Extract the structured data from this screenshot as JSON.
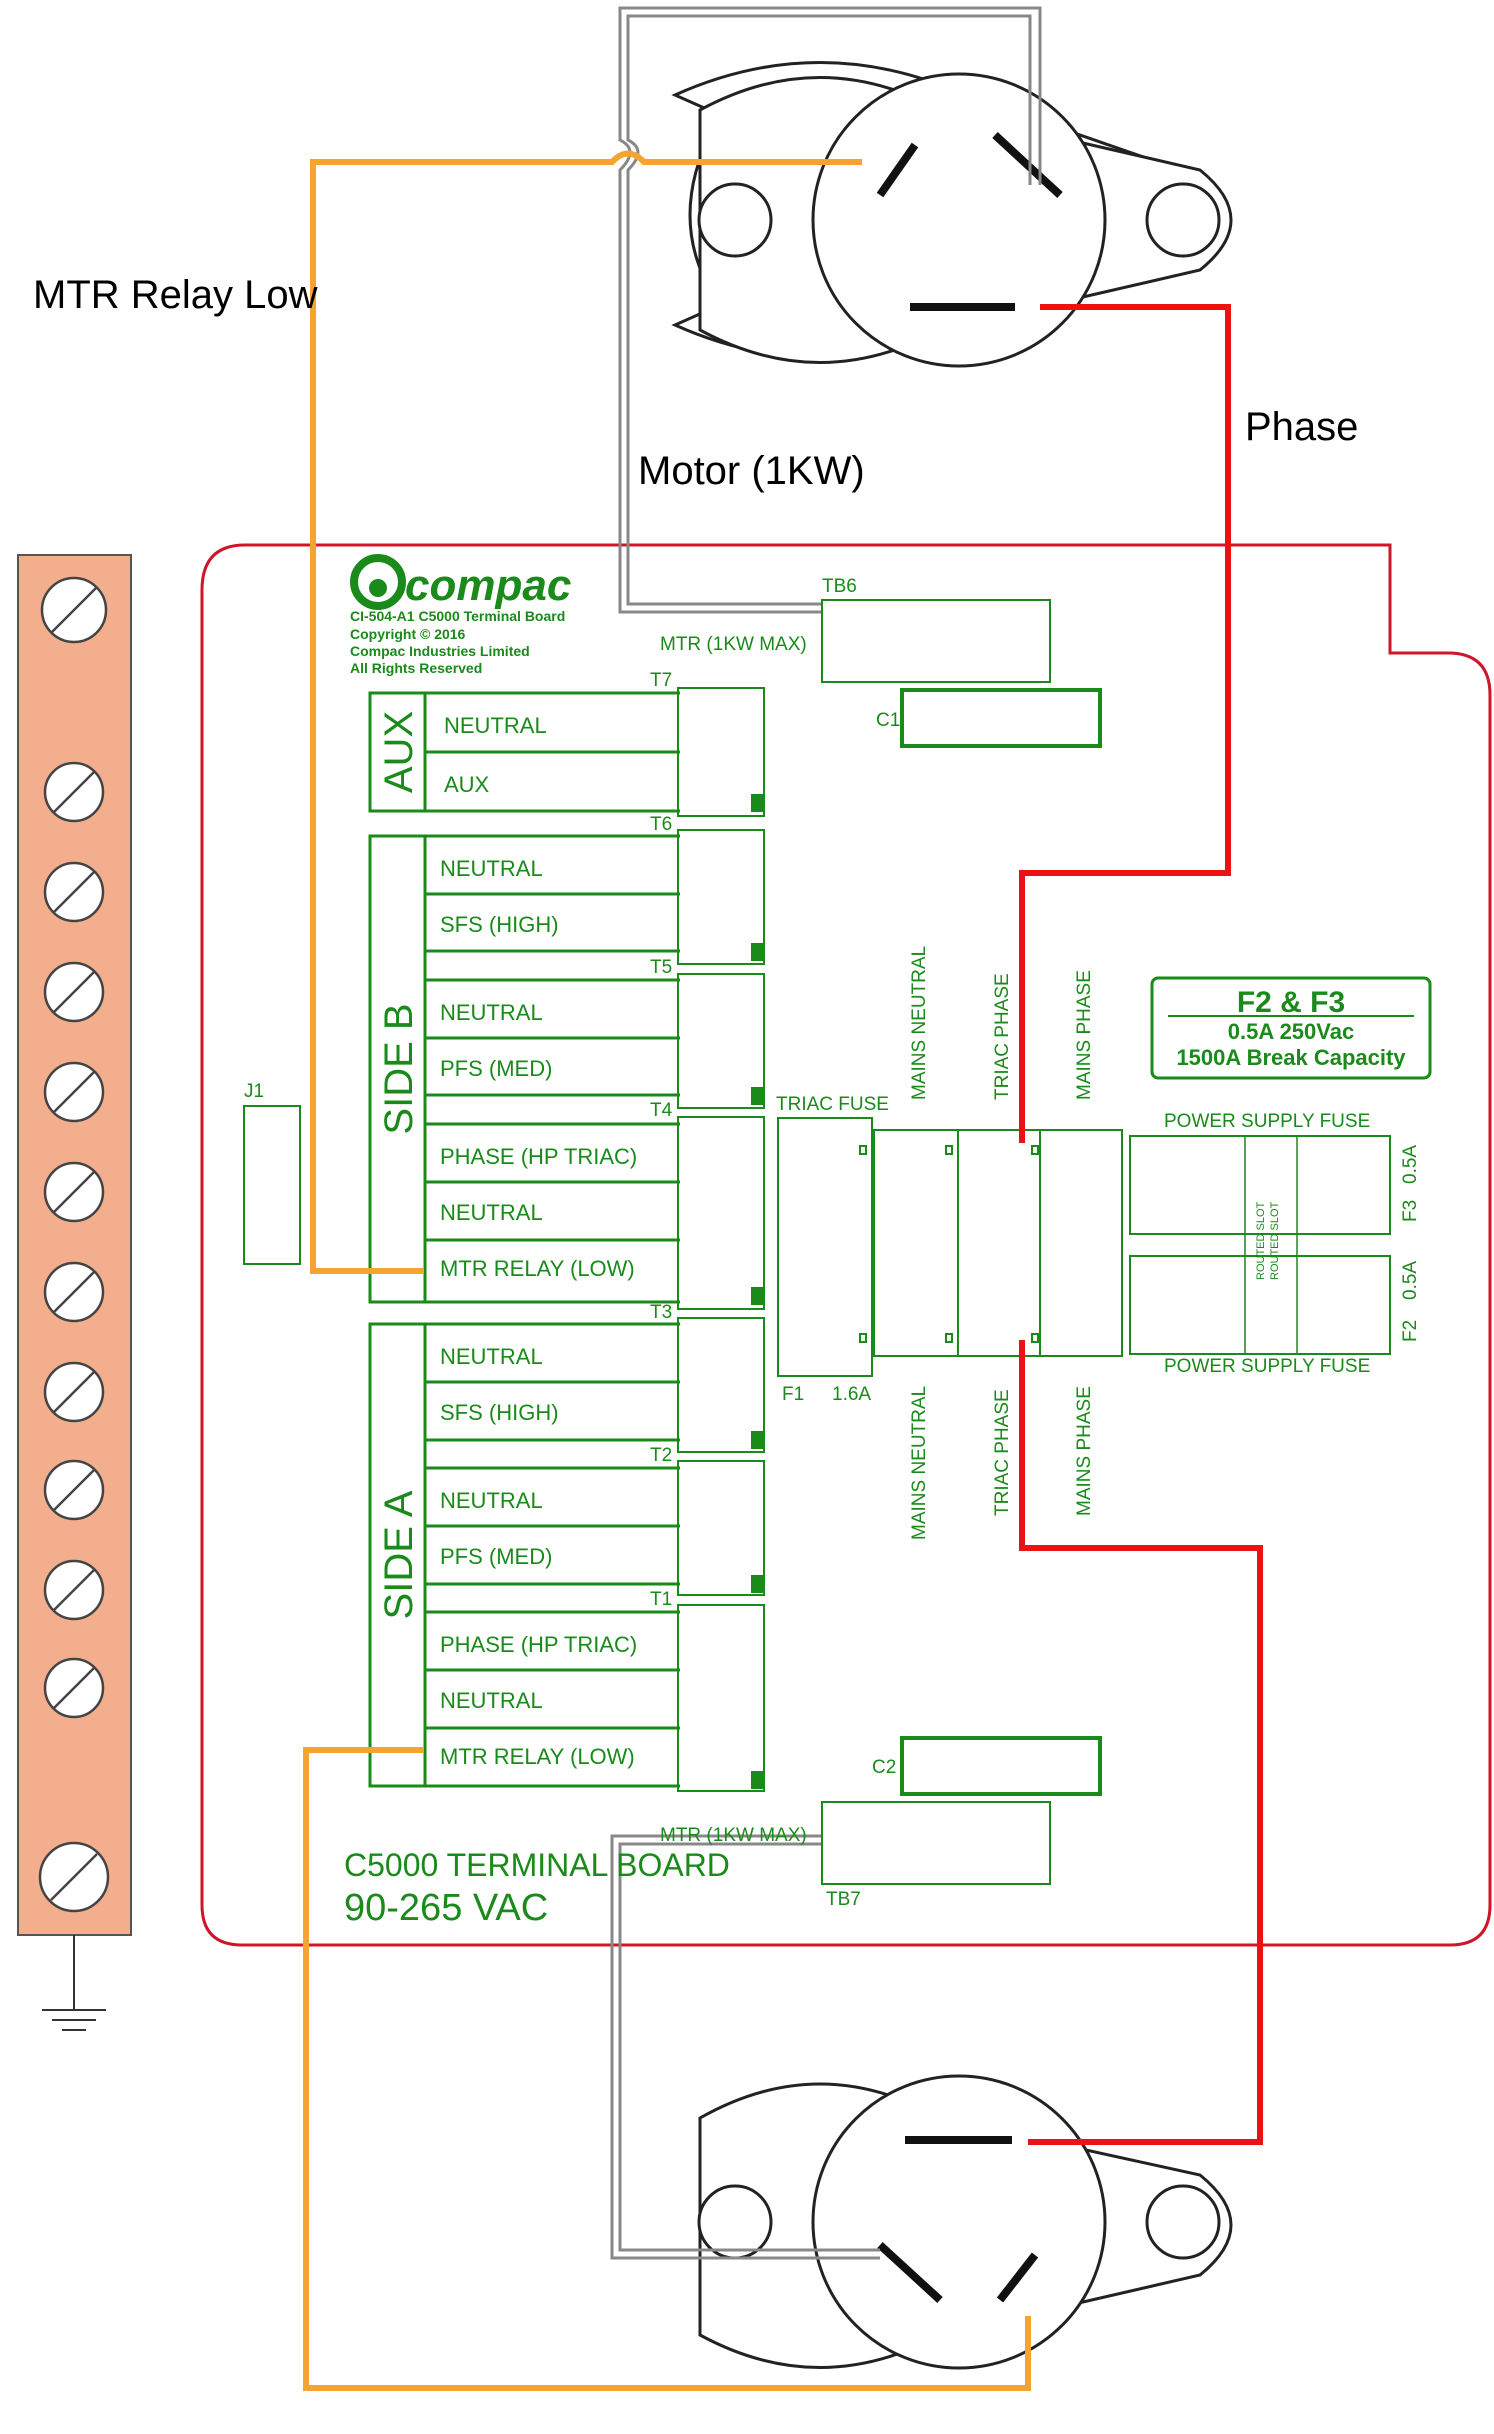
{
  "annotations": {
    "mtr_relay_low": "MTR Relay Low",
    "phase": "Phase",
    "motor": "Motor (1KW)"
  },
  "board": {
    "brand": "compac",
    "brand_line1": "CI-504-A1 C5000 Terminal Board",
    "brand_line2": "Copyright © 2016",
    "brand_line3": "Compac Industries Limited",
    "brand_line4": "All Rights Reserved",
    "title": "C5000 TERMINAL BOARD",
    "voltage": "90-265   VAC",
    "j1": "J1",
    "tb6": "TB6",
    "tb7": "TB7",
    "c1": "C1",
    "c2": "C2",
    "mtr_max_top": "MTR (1KW MAX)",
    "mtr_max_bottom": "MTR (1KW MAX)",
    "aux_group": "AUX",
    "side_b": "SIDE B",
    "side_a": "SIDE A",
    "terminals": {
      "t7": "T7",
      "t6": "T6",
      "t5": "T5",
      "t4": "T4",
      "t3": "T3",
      "t2": "T2",
      "t1": "T1"
    },
    "rows": {
      "aux_neutral": "NEUTRAL",
      "aux_aux": "AUX",
      "b_neutral1": "NEUTRAL",
      "b_sfs": "SFS (HIGH)",
      "b_neutral2": "NEUTRAL",
      "b_pfs": "PFS (MED)",
      "b_phase": "PHASE (HP TRIAC)",
      "b_neutral3": "NEUTRAL",
      "b_mtr": "MTR RELAY (LOW)",
      "a_neutral1": "NEUTRAL",
      "a_sfs": "SFS (HIGH)",
      "a_neutral2": "NEUTRAL",
      "a_pfs": "PFS (MED)",
      "a_phase": "PHASE (HP TRIAC)",
      "a_neutral3": "NEUTRAL",
      "a_mtr": "MTR RELAY (LOW)"
    },
    "triac_fuse": "TRIAC FUSE",
    "f1": "F1",
    "f1_rating": "1.6A",
    "mains_neutral_top": "MAINS NEUTRAL",
    "triac_phase_top": "TRIAC PHASE",
    "mains_phase_top": "MAINS PHASE",
    "mains_neutral_bottom": "MAINS NEUTRAL",
    "triac_phase_bottom": "TRIAC PHASE",
    "mains_phase_bottom": "MAINS PHASE",
    "fuse_box_title": "F2 & F3",
    "fuse_box_line2": "0.5A    250Vac",
    "fuse_box_line3": "1500A Break Capacity",
    "psu_fuse_top": "POWER SUPPLY FUSE",
    "psu_fuse_bottom": "POWER SUPPLY FUSE",
    "f3": "F3",
    "f3_rating": "0.5A",
    "f2": "F2",
    "f2_rating": "0.5A",
    "routed_slot_1": "ROUTED SLOT",
    "routed_slot_2": "ROUTED SLOT"
  },
  "colors": {
    "board_outline": "#d0142a",
    "pcb_green": "#1a8a1a",
    "phase_wire": "#ee1111",
    "relay_wire": "#f5a431",
    "terminal_strip": "#f2ae8d"
  }
}
